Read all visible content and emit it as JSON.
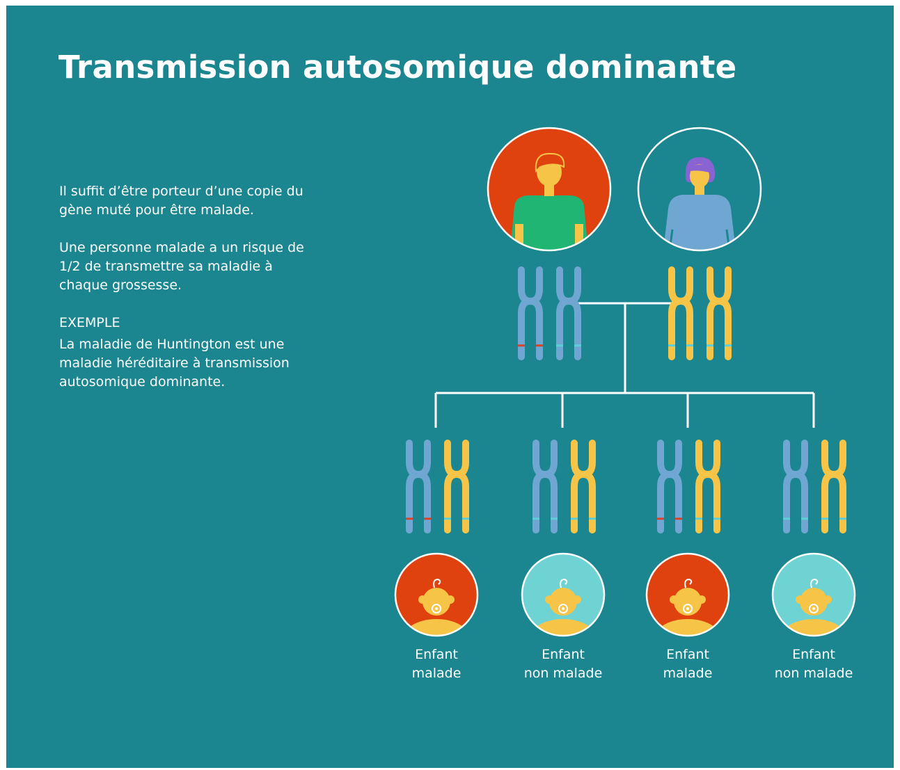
{
  "title": "Transmission autosomique dominante",
  "paragraphs": [
    "Il suffit d’être porteur d’une copie du gène muté pour être malade.",
    "Une personne malade a un risque de 1/2 de transmettre sa maladie à chaque grossesse."
  ],
  "example": {
    "heading": "EXEMPLE",
    "text": "La maladie de Huntington est une maladie héréditaire à transmission autosomique dominante."
  },
  "children": [
    {
      "line1": "Enfant",
      "line2": "malade",
      "status": "malade"
    },
    {
      "line1": "Enfant",
      "line2": "non malade",
      "status": "non malade"
    },
    {
      "line1": "Enfant",
      "line2": "malade",
      "status": "malade"
    },
    {
      "line1": "Enfant",
      "line2": "non malade",
      "status": "non malade"
    }
  ],
  "colors": {
    "background": "#1c8690",
    "affected": "#e0420f",
    "unaffected": "#6fd3d3",
    "chromosome_father": "#6fa7d2",
    "chromosome_mother": "#f6c548",
    "mutation_mark": "#d8442a",
    "normal_mark": "#5ccfd8"
  },
  "icons": {
    "father": "man-avatar-icon",
    "mother": "woman-avatar-icon",
    "child": "baby-avatar-icon",
    "chromosome": "chromosome-icon"
  }
}
